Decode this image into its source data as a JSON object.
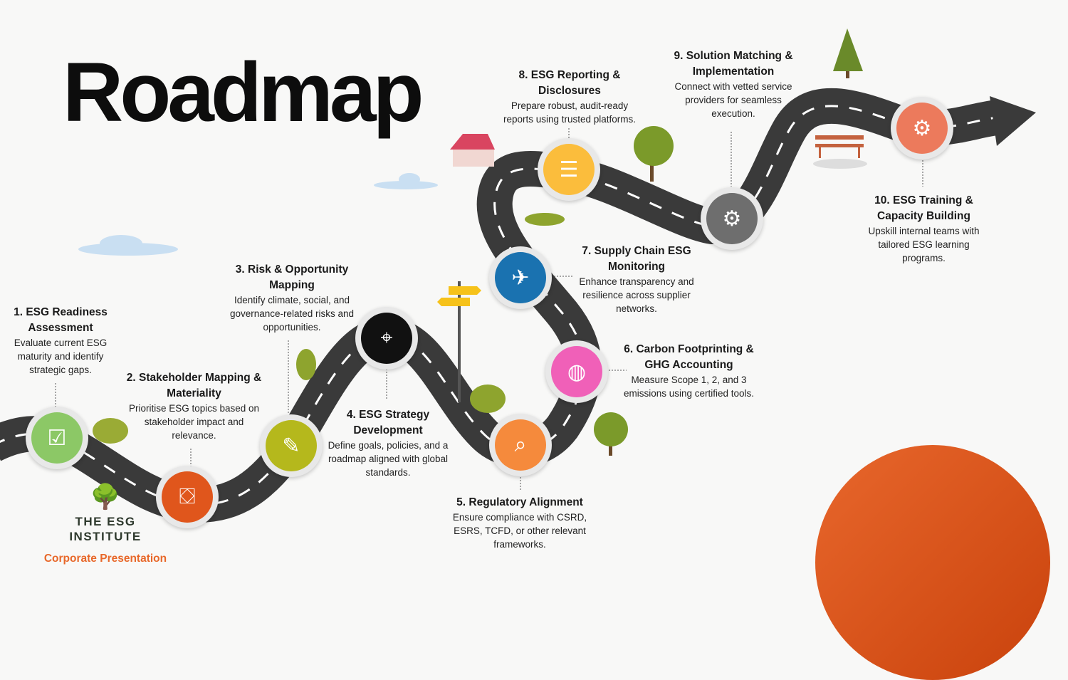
{
  "title": "Roadmap",
  "steps": [
    {
      "title": "1. ESG Readiness Assessment",
      "desc": "Evaluate current ESG maturity and identify strategic gaps.",
      "color": "#8cc866",
      "icon": "checklist-icon"
    },
    {
      "title": "2. Stakeholder Mapping & Materiality",
      "desc": "Prioritise ESG topics based on stakeholder impact and relevance.",
      "color": "#e0561c",
      "icon": "box-target-icon"
    },
    {
      "title": "3. Risk & Opportunity Mapping",
      "desc": "Identify climate, social, and governance-related risks and opportunities.",
      "color": "#b5b81c",
      "icon": "pencil-star-icon"
    },
    {
      "title": "4. ESG Strategy Development",
      "desc": "Define goals, policies, and a roadmap aligned with global standards.",
      "color": "#111111",
      "icon": "map-compass-icon"
    },
    {
      "title": "5. Regulatory Alignment",
      "desc": "Ensure compliance with CSRD, ESRS, TCFD, or other relevant frameworks.",
      "color": "#f58a3c",
      "icon": "book-search-icon"
    },
    {
      "title": "6. Carbon Footprinting & GHG Accounting",
      "desc": "Measure Scope 1, 2, and 3 emissions using certified tools.",
      "color": "#f060b8",
      "icon": "globe-leaf-icon"
    },
    {
      "title": "7. Supply Chain ESG Monitoring",
      "desc": "Enhance transparency and resilience across supplier networks.",
      "color": "#1a72b0",
      "icon": "globe-plane-icon"
    },
    {
      "title": "8. ESG Reporting & Disclosures",
      "desc": "Prepare robust, audit-ready reports using trusted platforms.",
      "color": "#fbbd3c",
      "icon": "report-icon"
    },
    {
      "title": "9. Solution Matching & Implementation",
      "desc": "Connect with vetted service providers for seamless execution.",
      "color": "#6e6e6e",
      "icon": "box-idea-icon"
    },
    {
      "title": "10. ESG Training & Capacity Building",
      "desc": "Upskill internal teams with tailored ESG learning programs.",
      "color": "#ec7a5c",
      "icon": "head-gears-icon"
    }
  ],
  "logo": {
    "name": "THE ESG INSTITUTE",
    "subtitle": "Corporate Presentation"
  }
}
